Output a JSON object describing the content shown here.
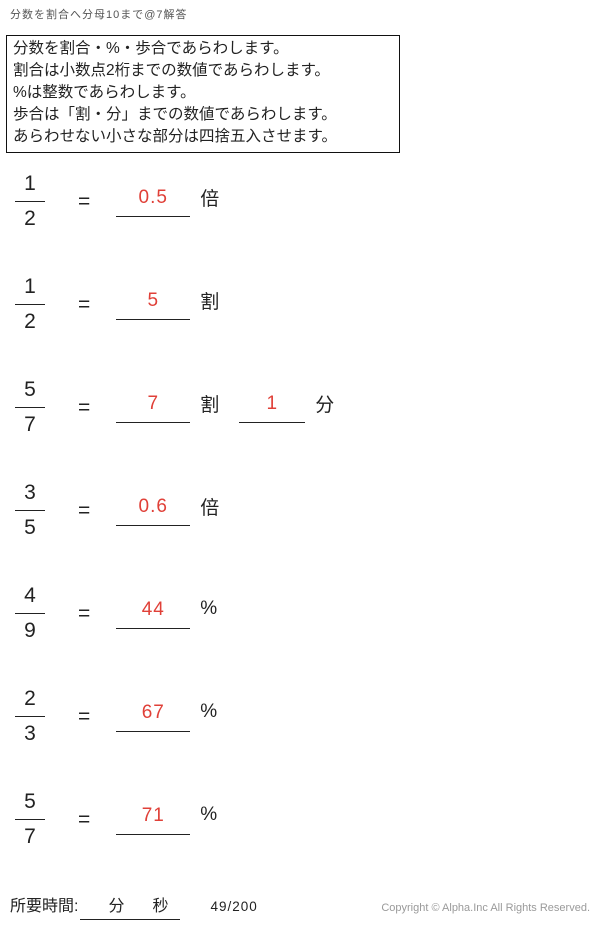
{
  "header_title": "分数を割合へ分母10まで@7解答",
  "equals_sign": "=",
  "instructions": [
    "分数を割合・%・歩合であらわします。",
    "割合は小数点2桁までの数値であらわします。",
    "%は整数であらわします。",
    "歩合は「割・分」までの数値であらわします。",
    "あらわせない小さな部分は四捨五入させます。"
  ],
  "problems": [
    {
      "numerator": "1",
      "denominator": "2",
      "answers": [
        {
          "value": "0.5",
          "unit": "倍"
        }
      ]
    },
    {
      "numerator": "1",
      "denominator": "2",
      "answers": [
        {
          "value": "5",
          "unit": "割"
        }
      ]
    },
    {
      "numerator": "5",
      "denominator": "7",
      "answers": [
        {
          "value": "7",
          "unit": "割"
        },
        {
          "value": "1",
          "unit": "分"
        }
      ]
    },
    {
      "numerator": "3",
      "denominator": "5",
      "answers": [
        {
          "value": "0.6",
          "unit": "倍"
        }
      ]
    },
    {
      "numerator": "4",
      "denominator": "9",
      "answers": [
        {
          "value": "44",
          "unit": "%"
        }
      ]
    },
    {
      "numerator": "2",
      "denominator": "3",
      "answers": [
        {
          "value": "67",
          "unit": "%"
        }
      ]
    },
    {
      "numerator": "5",
      "denominator": "7",
      "answers": [
        {
          "value": "71",
          "unit": "%"
        }
      ]
    }
  ],
  "footer": {
    "time_label": "所要時間:",
    "minutes_unit": "分",
    "seconds_unit": "秒",
    "page_number": "49/200",
    "copyright": "Copyright ©  Alpha.Inc All Rights Reserved."
  },
  "colors": {
    "answer_red": "#e04038"
  }
}
